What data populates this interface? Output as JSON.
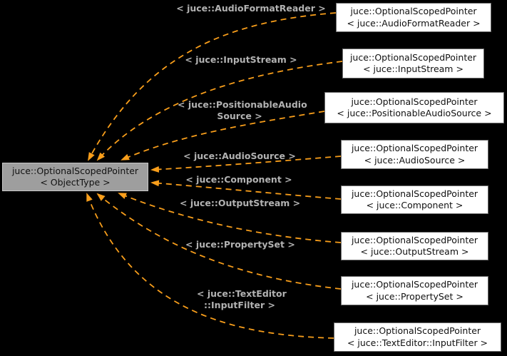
{
  "colors": {
    "background": "#000000",
    "edge": "#f89e1b",
    "label": "#b2b2b2",
    "center_fill": "#9e9e9e",
    "center_border": "#c8c8c8",
    "node_fill": "#ffffff",
    "node_border": "#6b6b6b",
    "node_text": "#111111"
  },
  "nodes": {
    "center": {
      "line1": "juce::OptionalScopedPointer",
      "line2": "< ObjectType >"
    },
    "items": [
      {
        "line1": "juce::OptionalScopedPointer",
        "line2": "< juce::AudioFormatReader >"
      },
      {
        "line1": "juce::OptionalScopedPointer",
        "line2": "< juce::InputStream >"
      },
      {
        "line1": "juce::OptionalScopedPointer",
        "line2": "< juce::PositionableAudioSource >"
      },
      {
        "line1": "juce::OptionalScopedPointer",
        "line2": "< juce::AudioSource >"
      },
      {
        "line1": "juce::OptionalScopedPointer",
        "line2": "< juce::Component >"
      },
      {
        "line1": "juce::OptionalScopedPointer",
        "line2": "< juce::OutputStream >"
      },
      {
        "line1": "juce::OptionalScopedPointer",
        "line2": "< juce::PropertySet >"
      },
      {
        "line1": "juce::OptionalScopedPointer",
        "line2": "< juce::TextEditor::InputFilter >"
      }
    ]
  },
  "edges": [
    {
      "label_line1": "< juce::AudioFormatReader >",
      "label_line2": ""
    },
    {
      "label_line1": "< juce::InputStream >",
      "label_line2": ""
    },
    {
      "label_line1": "< juce::PositionableAudio",
      "label_line2": "Source >"
    },
    {
      "label_line1": "< juce::AudioSource >",
      "label_line2": ""
    },
    {
      "label_line1": "< juce::Component >",
      "label_line2": ""
    },
    {
      "label_line1": "< juce::OutputStream >",
      "label_line2": ""
    },
    {
      "label_line1": "< juce::PropertySet >",
      "label_line2": ""
    },
    {
      "label_line1": "< juce::TextEditor",
      "label_line2": "::InputFilter >"
    }
  ]
}
